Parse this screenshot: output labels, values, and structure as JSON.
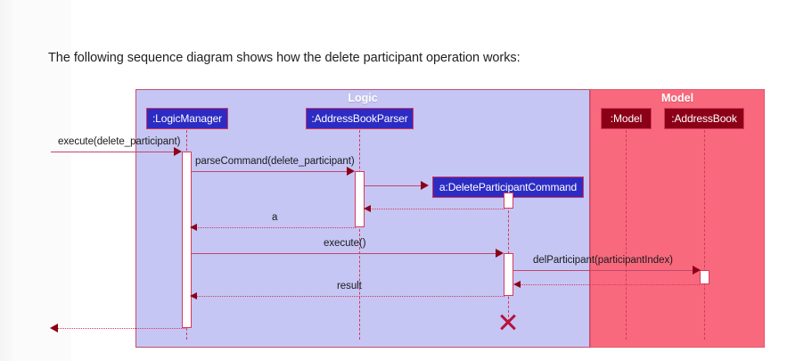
{
  "page": {
    "intro": "The following sequence diagram shows how the delete participant operation works:"
  },
  "diagram": {
    "type": "uml-sequence-diagram",
    "colors": {
      "logic_group_bg": "#c5c6f4",
      "model_group_bg": "#f8697d",
      "group_border": "#c04f6e",
      "actor_logic_bg": "#2c2cc4",
      "actor_model_bg": "#8c0017",
      "actor_border": "#d6395c",
      "lifeline": "#d6395c",
      "message_line": "#c44569",
      "arrowhead": "#8c0017",
      "activation_bg": "#ffffff",
      "destroy_marker": "#b8123c",
      "text": "#1a1a1a"
    },
    "groups": [
      {
        "name": "logic-group",
        "label": "Logic"
      },
      {
        "name": "model-group",
        "label": "Model"
      }
    ],
    "participants": [
      {
        "id": "logicmanager",
        "label": ":LogicManager",
        "group": "Logic",
        "style": "blue"
      },
      {
        "id": "parser",
        "label": ":AddressBookParser",
        "group": "Logic",
        "style": "blue"
      },
      {
        "id": "command",
        "label": "a:DeleteParticipantCommand",
        "group": "Logic",
        "style": "blue",
        "created": true
      },
      {
        "id": "model",
        "label": ":Model",
        "group": "Model",
        "style": "dark"
      },
      {
        "id": "addressbook",
        "label": ":AddressBook",
        "group": "Model",
        "style": "dark"
      }
    ],
    "messages": [
      {
        "id": "m1",
        "label": "execute(delete_participant)",
        "from": "external",
        "to": "logicmanager",
        "kind": "call"
      },
      {
        "id": "m2",
        "label": "parseCommand(delete_participant)",
        "from": "logicmanager",
        "to": "parser",
        "kind": "call"
      },
      {
        "id": "m3",
        "label": "",
        "from": "parser",
        "to": "command",
        "kind": "create"
      },
      {
        "id": "m4",
        "label": "",
        "from": "command",
        "to": "parser",
        "kind": "return"
      },
      {
        "id": "m5",
        "label": "a",
        "from": "parser",
        "to": "logicmanager",
        "kind": "return"
      },
      {
        "id": "m6",
        "label": "execute()",
        "from": "logicmanager",
        "to": "command",
        "kind": "call"
      },
      {
        "id": "m7",
        "label": "delParticipant(participantIndex)",
        "from": "command",
        "to": "addressbook",
        "kind": "call"
      },
      {
        "id": "m8",
        "label": "",
        "from": "addressbook",
        "to": "command",
        "kind": "return"
      },
      {
        "id": "m9",
        "label": "result",
        "from": "command",
        "to": "logicmanager",
        "kind": "return"
      },
      {
        "id": "m10",
        "label": "",
        "from": "logicmanager",
        "to": "external",
        "kind": "return"
      }
    ],
    "destruction": {
      "participant": "command",
      "marker": "X"
    }
  }
}
